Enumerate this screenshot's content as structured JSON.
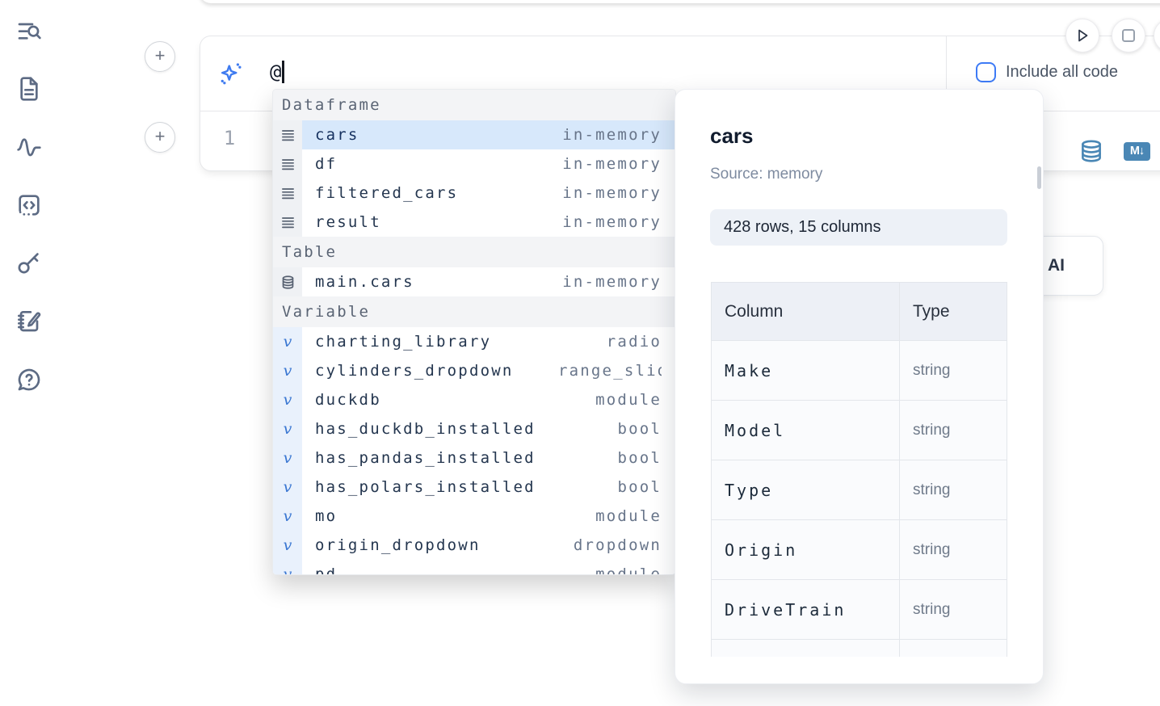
{
  "sidebar": {
    "icons": [
      "list-search",
      "file",
      "activity",
      "code-snippets",
      "key",
      "scratchpad",
      "help"
    ]
  },
  "cell_controls": {
    "add_cell_label": "+",
    "run_button": "run",
    "stop_button": "stop",
    "line_number": "1"
  },
  "ai_prompt": {
    "value": "@",
    "include_all_code_label": "Include all code"
  },
  "output_icons": {
    "database_icon": "database",
    "markdown_badge": "M↓"
  },
  "autocomplete": {
    "sections": [
      {
        "label": "Dataframe",
        "kind": "dataframe",
        "items": [
          {
            "name": "cars",
            "detail": "in-memory",
            "selected": true
          },
          {
            "name": "df",
            "detail": "in-memory"
          },
          {
            "name": "filtered_cars",
            "detail": "in-memory"
          },
          {
            "name": "result",
            "detail": "in-memory"
          }
        ]
      },
      {
        "label": "Table",
        "kind": "table",
        "items": [
          {
            "name": "main.cars",
            "detail": "in-memory"
          }
        ]
      },
      {
        "label": "Variable",
        "kind": "variable",
        "items": [
          {
            "name": "charting_library",
            "detail": "radio"
          },
          {
            "name": "cylinders_dropdown",
            "detail": "range_slider"
          },
          {
            "name": "duckdb",
            "detail": "module"
          },
          {
            "name": "has_duckdb_installed",
            "detail": "bool"
          },
          {
            "name": "has_pandas_installed",
            "detail": "bool"
          },
          {
            "name": "has_polars_installed",
            "detail": "bool"
          },
          {
            "name": "mo",
            "detail": "module"
          },
          {
            "name": "origin_dropdown",
            "detail": "dropdown"
          },
          {
            "name": "pd",
            "detail": "module"
          }
        ]
      }
    ]
  },
  "preview": {
    "title": "cars",
    "source": "Source: memory",
    "shape": "428 rows, 15 columns",
    "table": {
      "headers": [
        "Column",
        "Type"
      ],
      "rows": [
        [
          "Make",
          "string"
        ],
        [
          "Model",
          "string"
        ],
        [
          "Type",
          "string"
        ],
        [
          "Origin",
          "string"
        ],
        [
          "DriveTrain",
          "string"
        ],
        [
          "",
          ""
        ]
      ]
    }
  },
  "ai_button": {
    "label": "AI"
  },
  "colors": {
    "accent_blue": "#3e7bf6",
    "steel_blue_icon": "#4a87b5",
    "selected_row_bg": "#d7e8fb",
    "sidebar_icon": "#5d6b84",
    "section_header_bg": "#f3f4f6"
  }
}
